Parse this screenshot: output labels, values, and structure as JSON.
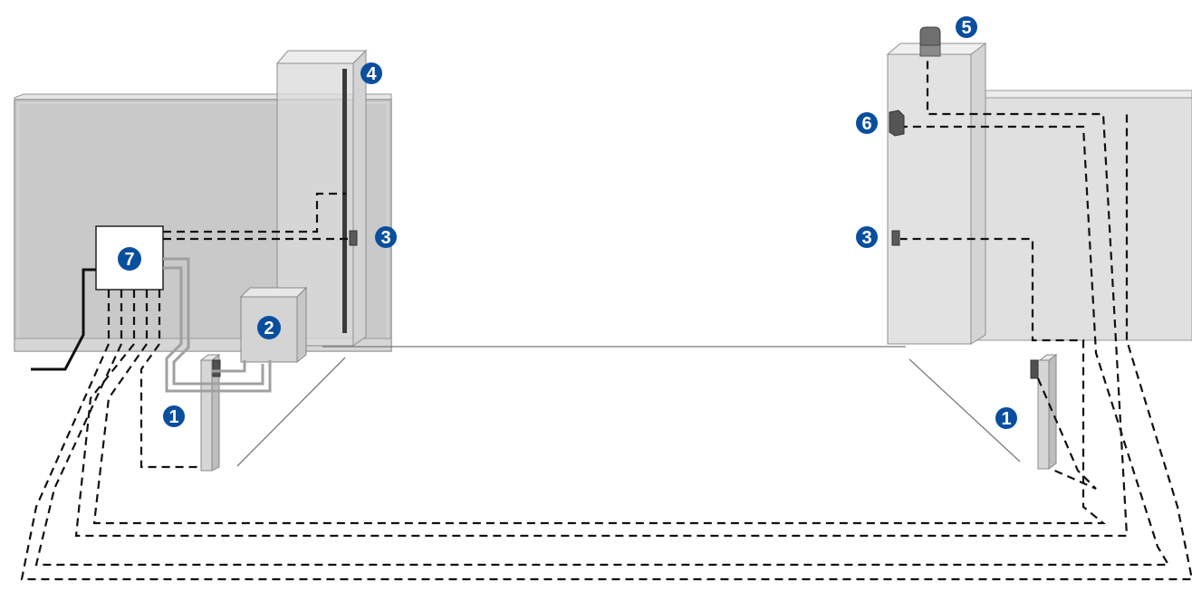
{
  "colors": {
    "badge": "#0a4f9e",
    "wall": "#c8c8c8",
    "pillar": "#dcdcdc",
    "wire": "#111111",
    "conduit": "#9e9e9e"
  },
  "labels": {
    "photocell_left": "1",
    "photocell_right": "1",
    "motor_box": "2",
    "receiver_left": "3",
    "receiver_right": "3",
    "safety_edge": "4",
    "flashing_light": "5",
    "key_selector": "6",
    "control_panel": "7"
  }
}
